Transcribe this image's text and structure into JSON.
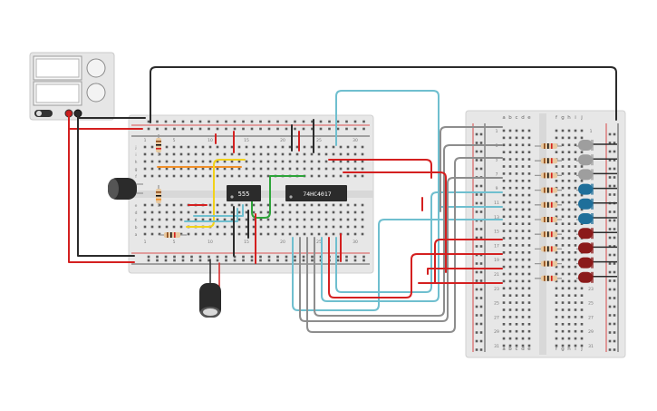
{
  "circuit": {
    "chips": [
      {
        "id": "timer",
        "label": "555"
      },
      {
        "id": "counter",
        "label": "74HC4017"
      }
    ],
    "breadboard_left": {
      "columns_top": [
        "1",
        "5",
        "10",
        "15",
        "20",
        "25",
        "30"
      ],
      "rows": [
        "a",
        "b",
        "c",
        "d",
        "e",
        "f",
        "g",
        "h",
        "i",
        "j"
      ]
    },
    "breadboard_right": {
      "columns_left": [
        "a",
        "b",
        "c",
        "d",
        "e"
      ],
      "columns_right": [
        "f",
        "g",
        "h",
        "i",
        "j"
      ],
      "row_numbers": [
        "1",
        "3",
        "5",
        "7",
        "9",
        "11",
        "13",
        "15",
        "17",
        "19",
        "21",
        "23",
        "25",
        "27",
        "29",
        "31"
      ]
    },
    "leds": [
      {
        "color": "#9e9e9e"
      },
      {
        "color": "#9e9e9e"
      },
      {
        "color": "#9e9e9e"
      },
      {
        "color": "#1f6f9a"
      },
      {
        "color": "#1f6f9a"
      },
      {
        "color": "#1f6f9a"
      },
      {
        "color": "#8b1a1a"
      },
      {
        "color": "#8b1a1a"
      },
      {
        "color": "#8b1a1a"
      },
      {
        "color": "#8b1a1a"
      }
    ],
    "power_supply": {
      "terminals": [
        "black",
        "red"
      ]
    }
  },
  "colors": {
    "wire_red": "#d42020",
    "wire_black": "#2b2b2b",
    "wire_cyan": "#6fbfcf",
    "wire_gray": "#8d8d8d",
    "wire_orange": "#f0902a",
    "wire_yellow": "#f2d21a",
    "wire_green": "#2ea43a",
    "board": "#e7e7e7"
  }
}
